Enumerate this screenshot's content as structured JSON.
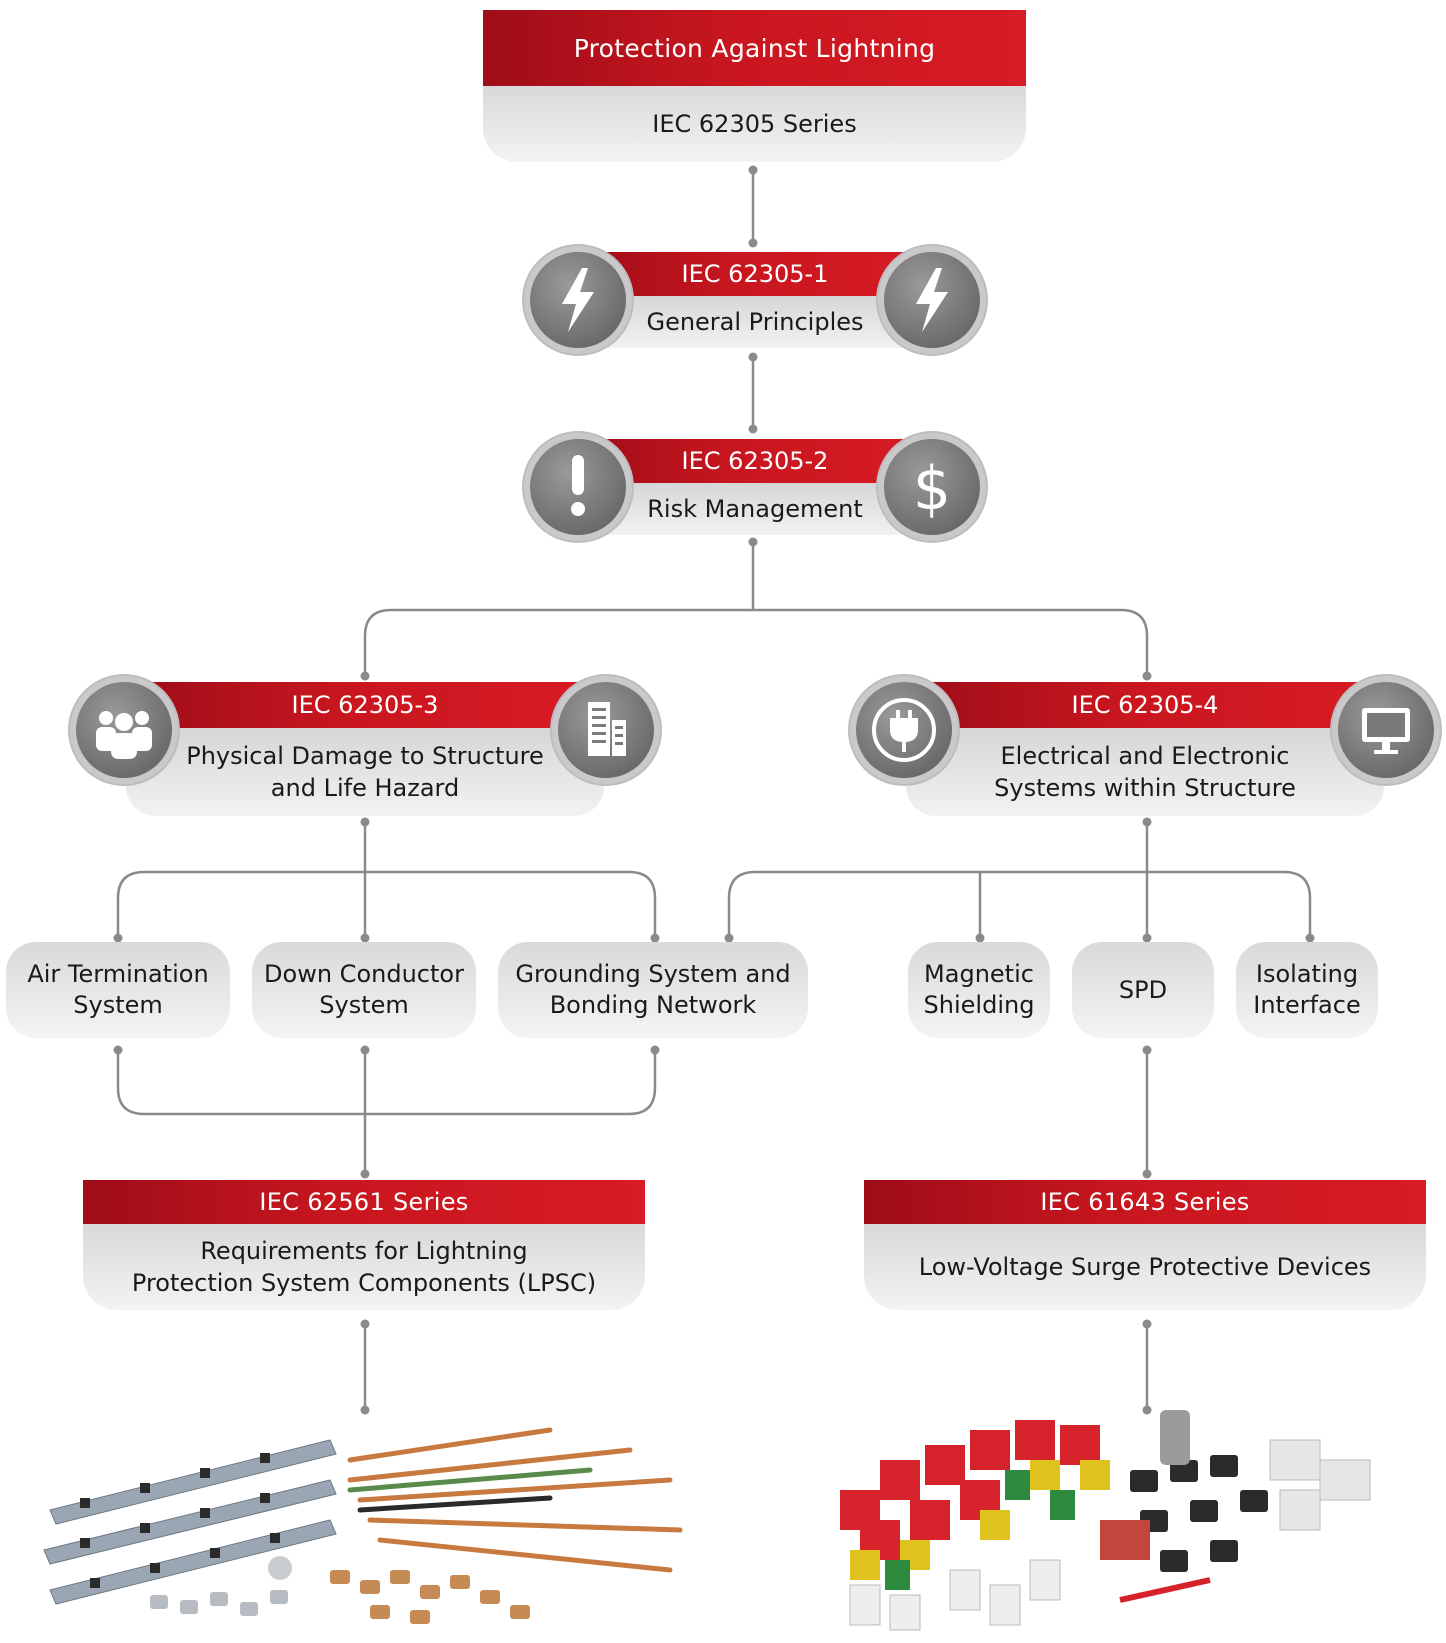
{
  "root": {
    "title": "Protection Against Lightning",
    "subtitle": "IEC 62305 Series"
  },
  "part1": {
    "code": "IEC 62305-1",
    "name": "General Principles",
    "icons": [
      "lightning-icon",
      "lightning-icon"
    ]
  },
  "part2": {
    "code": "IEC 62305-2",
    "name": "Risk Management",
    "icons": [
      "exclamation-icon",
      "dollar-icon"
    ]
  },
  "part3": {
    "code": "IEC 62305-3",
    "name_line1": "Physical Damage to Structure",
    "name_line2": "and Life Hazard",
    "icons": [
      "people-icon",
      "building-icon"
    ]
  },
  "part4": {
    "code": "IEC 62305-4",
    "name_line1": "Electrical and Electronic",
    "name_line2": "Systems within Structure",
    "icons": [
      "plug-icon",
      "monitor-icon"
    ]
  },
  "subsystems": {
    "air_termination": {
      "line1": "Air Termination",
      "line2": "System"
    },
    "down_conductor": {
      "line1": "Down Conductor",
      "line2": "System"
    },
    "grounding": {
      "line1": "Grounding System and",
      "line2": "Bonding Network"
    },
    "magnetic": {
      "line1": "Magnetic",
      "line2": "Shielding"
    },
    "spd": {
      "line1": "SPD"
    },
    "isolating": {
      "line1": "Isolating",
      "line2": "Interface"
    }
  },
  "lpsc": {
    "code": "IEC 62561 Series",
    "line1": "Requirements for Lightning",
    "line2": "Protection System Components (LPSC)"
  },
  "spd_series": {
    "code": "IEC 61643 Series",
    "line1": "Low-Voltage Surge Protective Devices"
  },
  "colors": {
    "red_dark": "#9e0d18",
    "red": "#d81b24",
    "grey_light": "#f3f3f4",
    "grey_dark": "#d6d6d8",
    "connector": "#8a8a8c"
  }
}
